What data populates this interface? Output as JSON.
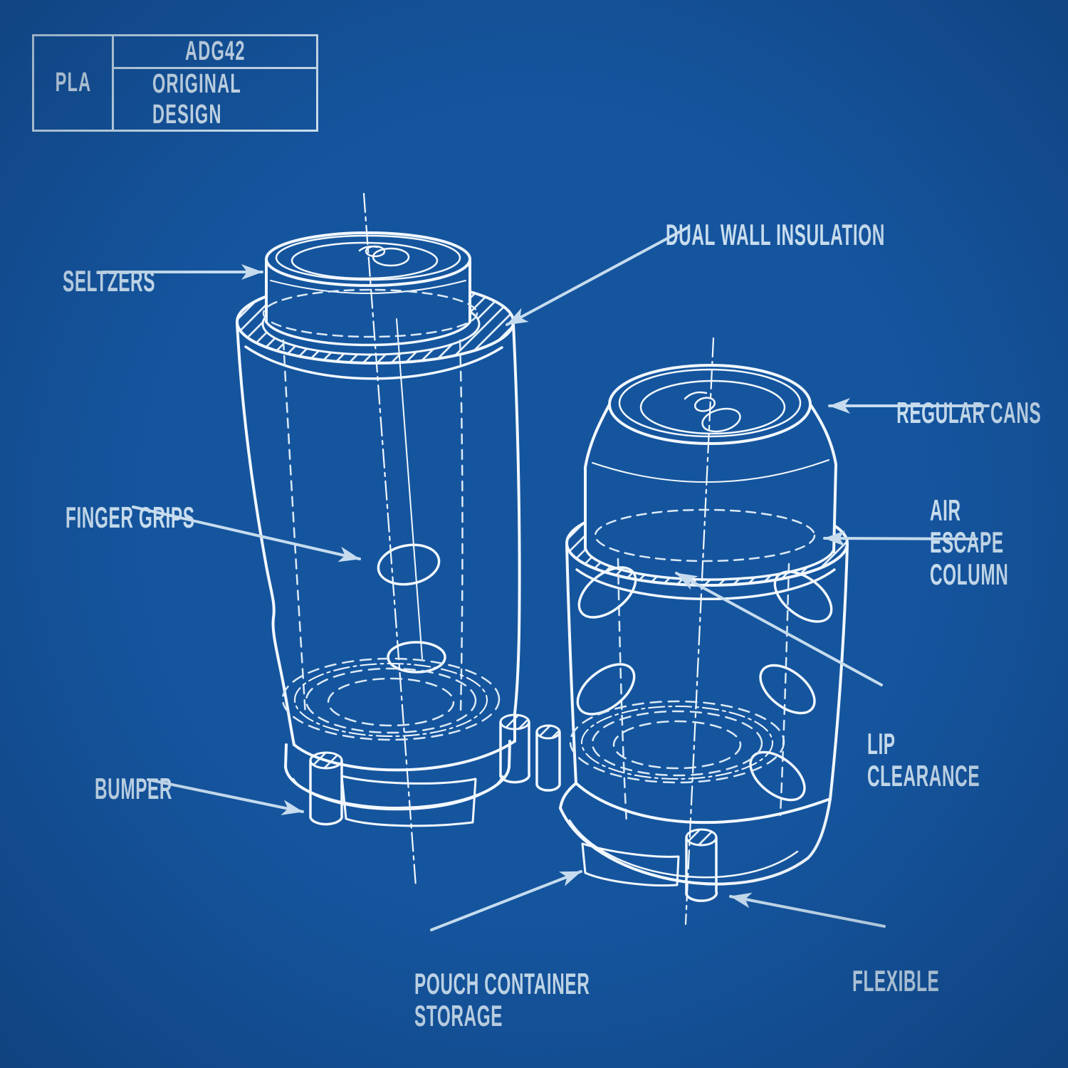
{
  "page": {
    "type": "blueprint-diagram",
    "background_color": "#15559E",
    "drawing_line_color": "#F2F8FD",
    "hidden_line_color": "#DCEAF6",
    "label_color": "#C8DDEE",
    "subject": "can koozie technical drawing, two views: tall seltzer koozie and regular can koozie"
  },
  "title_block": {
    "material": "PLA",
    "model": "ADG42",
    "design": "ORIGINAL DESIGN"
  },
  "labels": {
    "seltzers": "SELTZERS",
    "dual_wall_insulation": "DUAL WALL INSULATION",
    "regular_cans": "REGULAR CANS",
    "air_escape_column": "AIR ESCAPE\nCOLUMN",
    "finger_grips": "FINGER GRIPS",
    "lip_clearance": "LIP CLEARANCE",
    "bumper": "BUMPER",
    "pouch_container_storage": "POUCH CONTAINER\nSTORAGE",
    "flexible": "FLEXIBLE"
  }
}
